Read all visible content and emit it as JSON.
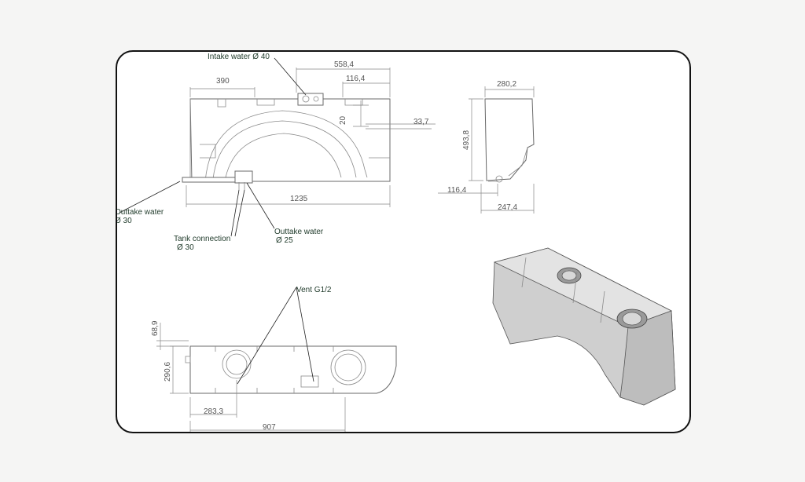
{
  "colors": {
    "background": "#f5f5f4",
    "sheet": "#ffffff",
    "border": "#111111",
    "label": "#1f3a2a",
    "dimension": "#555555"
  },
  "callouts": {
    "intake_water": "Intake water",
    "intake_dia": "Ø 40",
    "outtake_left": "Outtake water",
    "outtake_left_dia": "Ø 30",
    "tank_connection": "Tank connection",
    "tank_connection_dia": "Ø 30",
    "outtake_right": "Outtake water",
    "outtake_right_dia": "Ø 25",
    "vent": "Vent G1/2"
  },
  "dimensions": {
    "d558": "558,4",
    "d390": "390",
    "d116a": "116,4",
    "d20": "20",
    "d33": "33,7",
    "d1235": "1235",
    "d280": "280,2",
    "d493": "493,8",
    "d116b": "116,4",
    "d247": "247,4",
    "d68": "68,9",
    "d290": "290,6",
    "d283": "283,3",
    "d907": "907"
  }
}
